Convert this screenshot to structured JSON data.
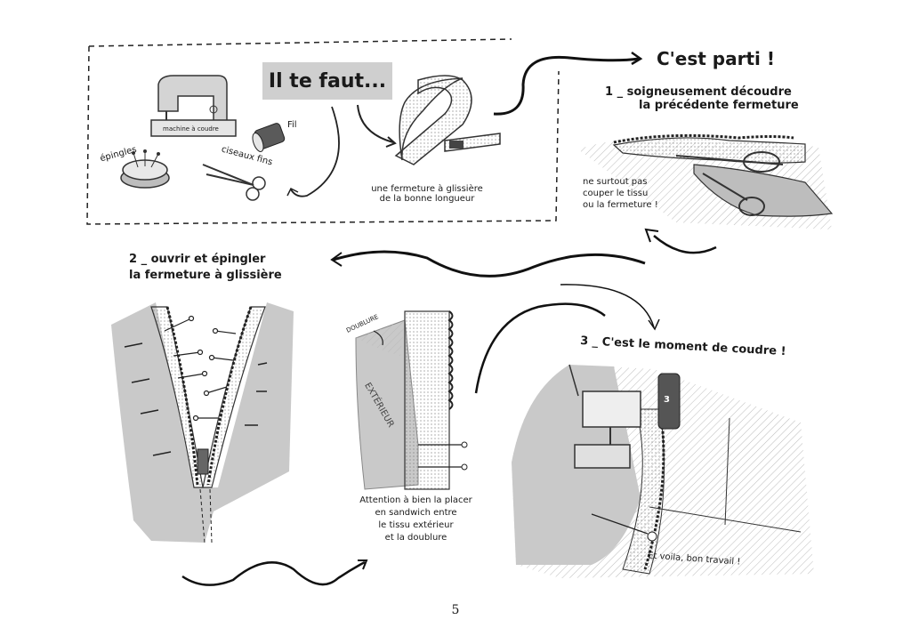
{
  "supplies": {
    "title": "Il te faut...",
    "sewing_machine_label": "machine à coudre",
    "pins_label": "épingles",
    "thread_label": "Fil",
    "scissors_label": "ciseaux fins",
    "zipper_label_line1": "une fermeture à glissière",
    "zipper_label_line2": "de la bonne longueur"
  },
  "start": {
    "title": "C'est parti !"
  },
  "step1": {
    "line1": "1 _ soigneusement découdre",
    "line2": "la précédente fermeture",
    "warning_line1": "ne surtout pas",
    "warning_line2": "couper le tissu",
    "warning_line3": "ou la fermeture !"
  },
  "step2": {
    "line1": "2 _ ouvrir et épingler",
    "line2": "la fermeture à glissière",
    "lining_label": "DOUBLURE",
    "exterior_label": "EXTÉRIEUR",
    "note_line1": "Attention à bien la placer",
    "note_line2": "en sandwich entre",
    "note_line3": "le tissu extérieur",
    "note_line4": "et la doublure"
  },
  "step3": {
    "title": "3 _ C'est le moment de coudre !",
    "presser_number": "3",
    "closing": "Et voila, bon travail !"
  },
  "page_number": "5"
}
